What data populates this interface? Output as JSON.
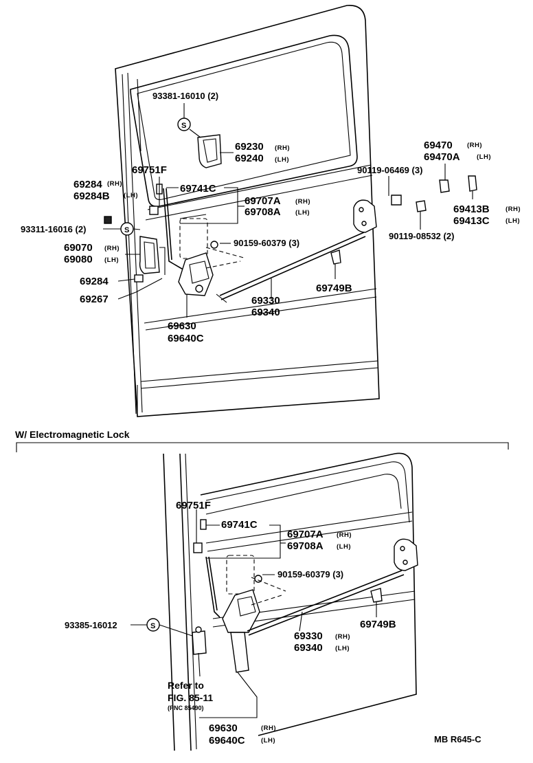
{
  "upper": {
    "labels": {
      "p93381": "93381-16010 (2)",
      "p69230": "69230",
      "p69240": "69240",
      "p69751f": "69751F",
      "p69741c": "69741C",
      "p69284": "69284",
      "p69284b": "69284B",
      "p69707a": "69707A",
      "p69708a": "69708A",
      "p93311": "93311-16016 (2)",
      "p69070": "69070",
      "p69080": "69080",
      "p90159": "90159-60379 (3)",
      "p69284b2": "69284",
      "p69267": "69267",
      "p69330": "69330",
      "p69340": "69340",
      "p69749b": "69749B",
      "p69630": "69630",
      "p69640c": "69640C",
      "p69470": "69470",
      "p69470a": "69470A",
      "p90119a": "90119-06469 (3)",
      "p69413b": "69413B",
      "p69413c": "69413C",
      "p90119b": "90119-08532 (2)"
    }
  },
  "side": {
    "rh": "(RH)",
    "lh": "(LH)"
  },
  "symbol": {
    "s": "S"
  },
  "section": {
    "title": "W/ Electromagnetic Lock"
  },
  "lower": {
    "labels": {
      "p69751f": "69751F",
      "p69741c": "69741C",
      "p69707a": "69707A",
      "p69708a": "69708A",
      "p90159": "90159-60379 (3)",
      "p93385": "93385-16012",
      "p69330": "69330",
      "p69340": "69340",
      "p69749b": "69749B",
      "p69630": "69630",
      "p69640c": "69640C",
      "refer1": "Refer to",
      "refer2": "FIG. 85-11",
      "refer3": "(PNC 85490)"
    }
  },
  "footer": {
    "code": "MB  R645-C"
  }
}
